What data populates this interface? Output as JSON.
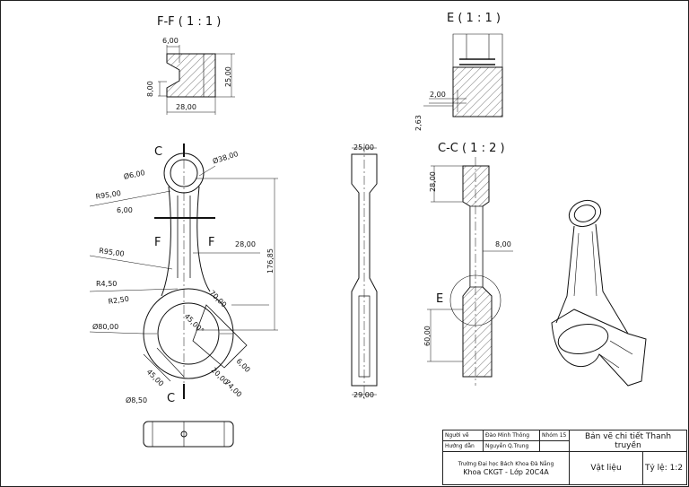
{
  "views": {
    "section_ff": "F-F ( 1 : 1 )",
    "detail_e": "E ( 1 : 1 )",
    "section_cc": "C-C ( 1 : 2 )"
  },
  "markers": {
    "c_top": "C",
    "c_bottom": "C",
    "f_left": "F",
    "f_right": "F",
    "e": "E"
  },
  "dims": {
    "ff_6": "6,00",
    "ff_8": "8,00",
    "ff_25": "25,00",
    "ff_28": "28,00",
    "e_2": "2,00",
    "e_263": "2,63",
    "d38": "Ø38,00",
    "d6": "Ø6,00",
    "r95a": "R95,00",
    "w6": "6,00",
    "r95b": "R95,00",
    "w28": "28,00",
    "h17685": "176,85",
    "r45": "R4,50",
    "r25": "R2,50",
    "d80": "Ø80,00",
    "a70": "70,00",
    "ang45": "45,00°",
    "a45": "45,00",
    "a20": "20,00",
    "a6": "6,00",
    "a74": "74,00",
    "d85": "Ø8,50",
    "side25": "25,00",
    "side29": "29,00",
    "cc28": "28,00",
    "cc8": "8,00",
    "cc60": "60,00"
  },
  "title_block": {
    "drawn_label": "Người vẽ",
    "drawn_name": "Đào Minh Thông",
    "group": "Nhóm 15",
    "title": "Bản vẽ chi tiết Thanh truyền",
    "guide_label": "Hướng dẫn",
    "guide_name": "Nguyễn Q.Trung",
    "school": "Trường Đại học Bách Khoa Đà Nẵng",
    "faculty": "Khoa CKGT - Lớp 20C4A",
    "material": "Vật liệu",
    "scale": "Tỷ lệ: 1:2"
  }
}
